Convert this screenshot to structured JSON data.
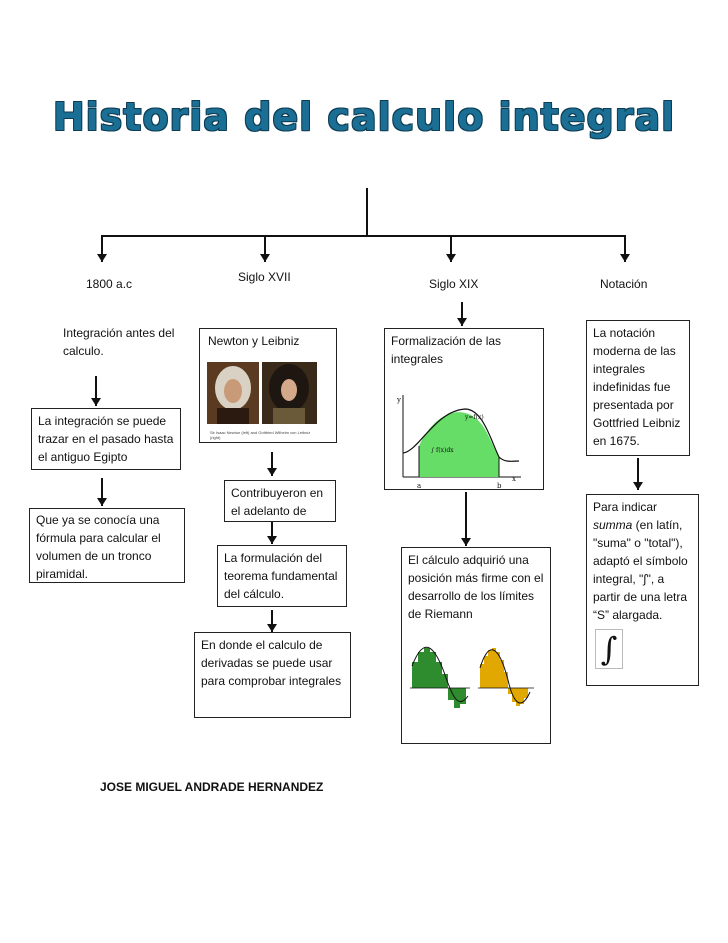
{
  "title": "Historia del calculo integral",
  "branches": {
    "b1": "1800 a.c",
    "b2": "Siglo XVII",
    "b3": "Siglo XIX",
    "b4": "Notación"
  },
  "col1": {
    "box1": "Integración antes del  calculo.",
    "box2": "La integración se puede trazar en el pasado hasta el antiguo Egipto",
    "box3": "Que ya se conocía una fórmula para calcular el volumen de un tronco piramidal."
  },
  "col2": {
    "box1": "Newton y Leibniz",
    "photo_caption": "Sir Isaac Newton (left) and Gottfried Wilhelm von Leibniz (right)",
    "box2": "Contribuyeron en el adelanto de",
    "box3": "La formulación del teorema fundamental del cálculo.",
    "box4": "En donde el calculo de derivadas se puede usar para comprobar integrales"
  },
  "col3": {
    "box1": "Formalización de las integrales",
    "graph": {
      "y_axis": "y",
      "x_axis": "x",
      "curve_label": "y=f(x)",
      "integral_label": "∫ f(x)dx",
      "a": "a",
      "b": "b"
    },
    "box2": "El cálculo adquirió una posición más firme con el desarrollo de los límites de Riemann"
  },
  "col4": {
    "box1": "La notación moderna de las integrales indefinidas fue presentada por Gottfried Leibniz en 1675.",
    "box2_a": "Para indicar ",
    "box2_em": "summa",
    "box2_b": " (en latín, \"suma\" o \"total\"), adaptó el símbolo integral, \"∫\", a partir de una letra “S” alargada.",
    "symbol": "∫"
  },
  "author": "JOSE MIGUEL ANDRADE HERNANDEZ",
  "colors": {
    "title": "#1b6f94",
    "area_fill": "#66dd66",
    "riemann_green": "#2e8b2e",
    "riemann_gold": "#e0a800"
  }
}
